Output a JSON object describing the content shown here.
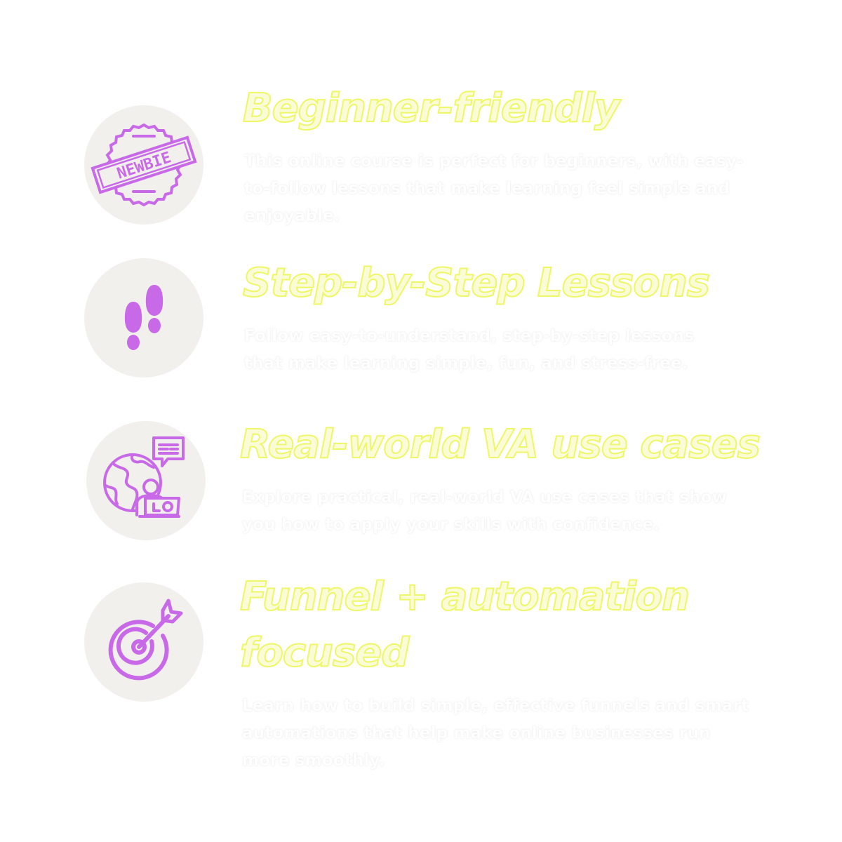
{
  "features": [
    {
      "title": "Beginner-friendly",
      "icon": "newbie-stamp-icon",
      "description": "This online course is perfect for beginners, with easy-to-follow lessons that make learning feel simple and enjoyable."
    },
    {
      "title": "Step-by-Step Lessons",
      "icon": "footprints-icon",
      "description": "Follow easy-to-understand, step-by-step lessons that make learning simple, fun, and stress-free."
    },
    {
      "title": "Real-world VA use cases",
      "icon": "global-remote-worker-icon",
      "description": "Explore practical, real-world VA use cases that show you how to apply your skills with confidence."
    },
    {
      "title_line1": "Funnel + automation",
      "title_line2": "focused",
      "icon": "target-arrow-icon",
      "description": "Learn how to build simple, effective funnels and smart automations that help make online businesses run more smoothly."
    }
  ],
  "stamp_text": "NEWBIE",
  "colors": {
    "icon_purple": "#c86ae8",
    "circle_bg": "#f1f0ec",
    "title_yellow": "#eef76a",
    "title_fill": "#fafcd8"
  }
}
